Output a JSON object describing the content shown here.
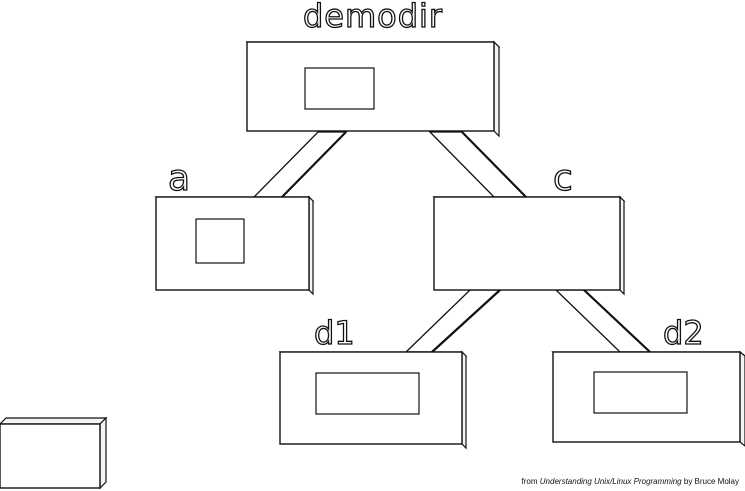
{
  "tree": {
    "root": {
      "label": "demodir"
    },
    "dir_a": {
      "label": "a"
    },
    "dir_c": {
      "label": "c"
    },
    "dir_d1": {
      "label": "d1"
    },
    "dir_d2": {
      "label": "d2"
    }
  },
  "credit": {
    "prefix": "from ",
    "title": "Understanding Unix/Linux Programming",
    "suffix": " by Bruce Molay"
  }
}
